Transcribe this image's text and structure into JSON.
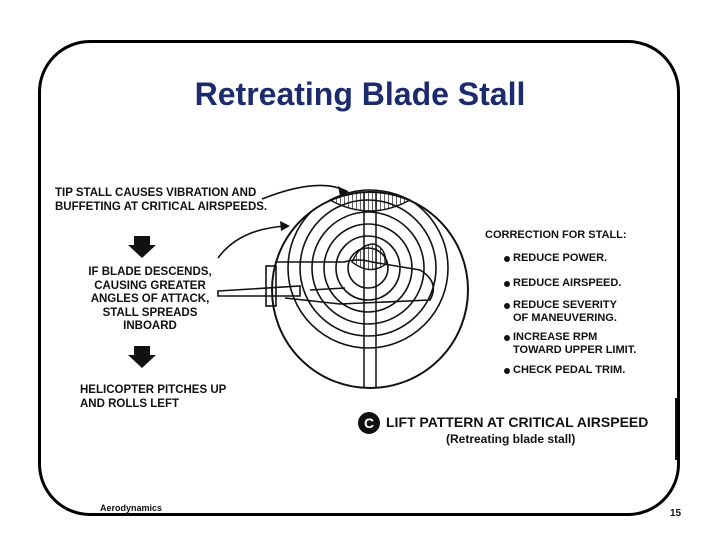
{
  "slide": {
    "title": "Retreating Blade Stall",
    "footer_left": "Aerodynamics",
    "page_number": "15"
  },
  "left_panel": {
    "tip_stall_line1": "TIP STALL CAUSES VIBRATION AND",
    "tip_stall_line2": "BUFFETING AT CRITICAL AIRSPEEDS.",
    "descend_lines": [
      "IF BLADE  DESCENDS,",
      "CAUSING GREATER",
      "ANGLES OF ATTACK,",
      "STALL SPREADS",
      "INBOARD"
    ],
    "pitch_line1": "HELICOPTER PITCHES UP",
    "pitch_line2": "AND ROLLS LEFT"
  },
  "correction": {
    "heading": "CORRECTION FOR STALL:",
    "items": [
      "REDUCE POWER.",
      "REDUCE AIRSPEED.",
      "REDUCE SEVERITY\nOF MANEUVERING.",
      "INCREASE RPM\nTOWARD UPPER LIMIT.",
      "CHECK PEDAL TRIM."
    ]
  },
  "caption": {
    "badge": "C",
    "line1": "LIFT PATTERN AT CRITICAL AIRSPEED",
    "line2": "(Retreating blade stall)"
  }
}
